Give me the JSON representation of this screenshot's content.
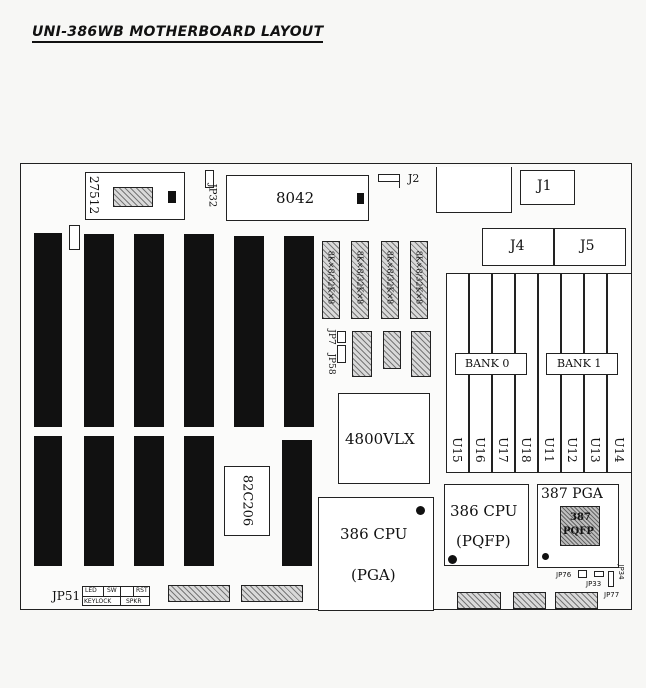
{
  "title": "UNI-386WB MOTHERBOARD LAYOUT",
  "components": {
    "eprom": "27512",
    "jp32": "JP32",
    "kbc": "8042",
    "j2": "J2",
    "j1": "J1",
    "j4": "J4",
    "j5": "J5",
    "sram_label": "8K×8/32K×8",
    "jp7": "JP7",
    "jp58": "JP58",
    "bank0": "BANK 0",
    "bank1": "BANK 1",
    "chipset": "4800VLX",
    "u_labels": [
      "U15",
      "U16",
      "U17",
      "U18",
      "U11",
      "U12",
      "U13",
      "U14"
    ],
    "c206": "82C206",
    "cpu_pga_line1": "386 CPU",
    "cpu_pga_line2": "(PGA)",
    "cpu_pqfp_line1": "386 CPU",
    "cpu_pqfp_line2": "(PQFP)",
    "fpu_pga": "387 PGA",
    "fpu_pqfp_line1": "387",
    "fpu_pqfp_line2": "PQFP",
    "jp51": "JP51",
    "pins_top": [
      "LED",
      "SW",
      "RST"
    ],
    "pins_bottom": [
      "KEYLOCK",
      "SPKR"
    ],
    "jp76": "JP76",
    "jp33": "JP33",
    "jp34": "JP34",
    "jp77": "JP77"
  }
}
